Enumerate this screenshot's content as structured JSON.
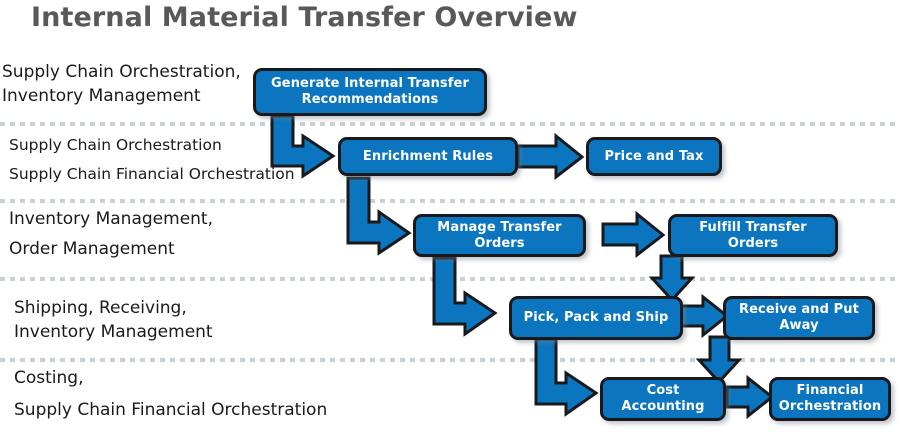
{
  "title": "Internal Material Transfer Overview",
  "theme": {
    "node_fill": "#0b76bf",
    "node_stroke": "#17191c",
    "node_text": "#ffffff",
    "title_color": "#595959",
    "lane_text": "#1a1a1a",
    "separator_color": "#c9d0d6",
    "arrow_fill": "#0b76bf",
    "arrow_stroke": "#17191c",
    "background": "#ffffff"
  },
  "lanes": [
    {
      "id": "lane-1",
      "lines": [
        "Supply Chain Orchestration,",
        "Inventory Management"
      ]
    },
    {
      "id": "lane-2",
      "lines": [
        "Supply Chain Orchestration",
        "Supply Chain Financial Orchestration"
      ]
    },
    {
      "id": "lane-3",
      "lines": [
        "Inventory Management,",
        "Order Management"
      ]
    },
    {
      "id": "lane-4",
      "lines": [
        "Shipping, Receiving,",
        "Inventory Management"
      ]
    },
    {
      "id": "lane-5",
      "lines": [
        "Costing,",
        "Supply Chain Financial Orchestration"
      ]
    }
  ],
  "nodes": [
    {
      "id": "generate-internal-transfer-recommendations",
      "lines": [
        "Generate Internal Transfer",
        "Recommendations"
      ]
    },
    {
      "id": "enrichment-rules",
      "lines": [
        "Enrichment Rules"
      ]
    },
    {
      "id": "price-and-tax",
      "lines": [
        "Price and Tax"
      ]
    },
    {
      "id": "manage-transfer-orders",
      "lines": [
        "Manage Transfer",
        "Orders"
      ]
    },
    {
      "id": "fulfill-transfer-orders",
      "lines": [
        "Fulfill Transfer",
        "Orders"
      ]
    },
    {
      "id": "pick-pack-and-ship",
      "lines": [
        "Pick, Pack and Ship"
      ]
    },
    {
      "id": "receive-and-put-away",
      "lines": [
        "Receive and Put",
        "Away"
      ]
    },
    {
      "id": "cost-accounting",
      "lines": [
        "Cost",
        "Accounting"
      ]
    },
    {
      "id": "financial-orchestration",
      "lines": [
        "Financial",
        "Orchestration"
      ]
    }
  ],
  "flows": [
    {
      "from": "generate-internal-transfer-recommendations",
      "to": "enrichment-rules",
      "shape": "elbow-down-right"
    },
    {
      "from": "enrichment-rules",
      "to": "price-and-tax",
      "shape": "straight-right"
    },
    {
      "from": "enrichment-rules",
      "to": "manage-transfer-orders",
      "shape": "elbow-down-right"
    },
    {
      "from": "manage-transfer-orders",
      "to": "fulfill-transfer-orders",
      "shape": "straight-right"
    },
    {
      "from": "manage-transfer-orders",
      "to": "pick-pack-and-ship",
      "shape": "elbow-down-right"
    },
    {
      "from": "fulfill-transfer-orders",
      "to": "pick-pack-and-ship",
      "shape": "straight-down"
    },
    {
      "from": "pick-pack-and-ship",
      "to": "receive-and-put-away",
      "shape": "straight-right"
    },
    {
      "from": "pick-pack-and-ship",
      "to": "cost-accounting",
      "shape": "elbow-down-right"
    },
    {
      "from": "receive-and-put-away",
      "to": "cost-accounting",
      "shape": "straight-down"
    },
    {
      "from": "cost-accounting",
      "to": "financial-orchestration",
      "shape": "straight-right"
    }
  ]
}
